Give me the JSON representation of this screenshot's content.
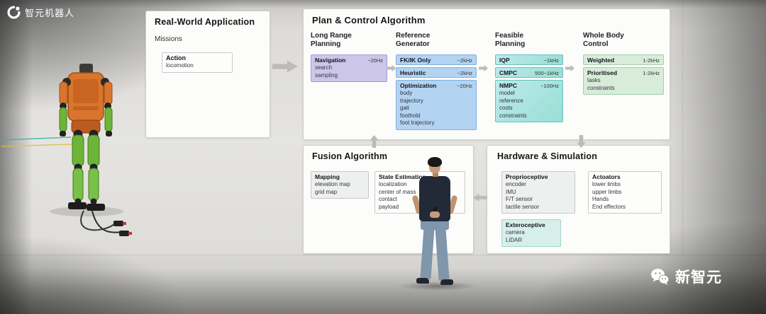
{
  "branding": {
    "logo_text": "智元机器人",
    "watermark_text": "新智元"
  },
  "panels": {
    "real_world": {
      "title": "Real-World Application",
      "subtitle": "Missions",
      "action": {
        "title": "Action",
        "items": [
          "locomotion"
        ]
      }
    },
    "plan_control": {
      "title": "Plan & Control Algorithm",
      "long_range": {
        "heading": "Long Range Planning",
        "navigation": {
          "title": "Navigation",
          "rate": "~20Hz",
          "items": [
            "search",
            "sampling"
          ]
        }
      },
      "reference_generator": {
        "heading": "Reference Generator",
        "fkik": {
          "title": "FK/IK Only",
          "rate": "~2kHz"
        },
        "heuristic": {
          "title": "Heuristic",
          "rate": "~2kHz"
        },
        "optimization": {
          "title": "Optimization",
          "rate": "~20Hz",
          "items": [
            "body",
            "trajectory",
            "gait",
            "foothold",
            "foot trajectory"
          ]
        }
      },
      "feasible_planning": {
        "heading": "Feasible Planning",
        "iqp": {
          "title": "IQP",
          "rate": "~1kHz"
        },
        "cmpc": {
          "title": "CMPC",
          "rate": "500~1kHz"
        },
        "nmpc": {
          "title": "NMPC",
          "rate": "~100Hz",
          "items": [
            "model",
            "reference",
            "costs",
            "constraints"
          ]
        }
      },
      "whole_body": {
        "heading": "Whole Body Control",
        "weighted": {
          "title": "Weighted",
          "rate": "1-2kHz"
        },
        "prioritised": {
          "title": "Prioritised",
          "rate": "1-2kHz",
          "items": [
            "tasks",
            "constraints"
          ]
        }
      }
    },
    "fusion": {
      "title": "Fusion Algorithm",
      "mapping": {
        "title": "Mapping",
        "items": [
          "elevation map",
          "grid map"
        ]
      },
      "state_estimation": {
        "title": "State Estimation",
        "items": [
          "localization",
          "center of mass",
          "contact",
          "payload"
        ]
      }
    },
    "hardware": {
      "title": "Hardware & Simulation",
      "proprioceptive": {
        "title": "Proprioceptive",
        "items": [
          "encoder",
          "IMU",
          "F/T sensor",
          "tactile sensor"
        ]
      },
      "actoators": {
        "title": "Actoators",
        "items": [
          "lower limbs",
          "upper limbs",
          "Hands",
          "End effectors"
        ]
      },
      "exteroceptive": {
        "title": "Exteroceptive",
        "items": [
          "camera",
          "LiDAR"
        ]
      }
    }
  },
  "colors": {
    "navigation_fill": "#ccc6ea",
    "reference_fill": "#b3d3f2",
    "feasible_fill": "#a6e1df",
    "whole_body_fill": "#d7ecd9",
    "exteroceptive_fill": "#d6efeb",
    "panel_bg": "#fcfcfb",
    "arrow_gray": "#bcbbb8",
    "robot_orange": "#d9752c",
    "robot_green": "#6db438"
  }
}
